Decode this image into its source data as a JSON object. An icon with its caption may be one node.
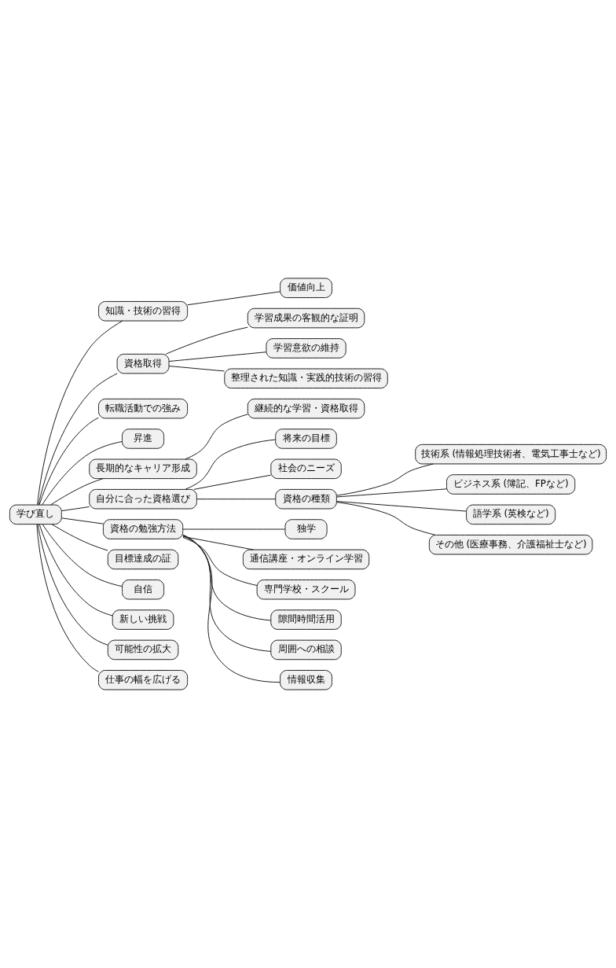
{
  "diagram": {
    "nodes": [
      {
        "text": [
          "学び直し"
        ]
      },
      {
        "text": [
          "知識・技術の習得"
        ]
      },
      {
        "text": [
          "価値向上"
        ]
      },
      {
        "text": [
          "資格取得"
        ]
      },
      {
        "text": [
          "学習成果の客観的な証明"
        ]
      },
      {
        "text": [
          "学習意欲の維持"
        ]
      },
      {
        "text": [
          "整理された知識・実践的技術の習得"
        ]
      },
      {
        "text": [
          "転職活動での強み"
        ]
      },
      {
        "text": [
          "昇進"
        ]
      },
      {
        "text": [
          "長期的なキャリア形成"
        ]
      },
      {
        "text": [
          "継続的な学習・資格取得"
        ]
      },
      {
        "text": [
          "自分に合った資格選び"
        ]
      },
      {
        "text": [
          "将来の目標"
        ]
      },
      {
        "text": [
          "社会のニーズ"
        ]
      },
      {
        "text": [
          "資格の種類"
        ]
      },
      {
        "text": [
          "技術系 (情報処理技術者、電気工事士など)"
        ]
      },
      {
        "text": [
          "ビジネス系 (簿記、FPなど)"
        ]
      },
      {
        "text": [
          "語学系 (英検など)"
        ]
      },
      {
        "text": [
          "その他 (医療事務、介護福祉士など)"
        ]
      },
      {
        "text": [
          "資格の勉強方法"
        ]
      },
      {
        "text": [
          "独学"
        ]
      },
      {
        "text": [
          "通信講座・オンライン学習"
        ]
      },
      {
        "text": [
          "専門学校・スクール"
        ]
      },
      {
        "text": [
          "隙間時間活用"
        ]
      },
      {
        "text": [
          "周囲への相談"
        ]
      },
      {
        "text": [
          "情報収集"
        ]
      },
      {
        "text": [
          "目標達成の証"
        ]
      },
      {
        "text": [
          "自信"
        ]
      },
      {
        "text": [
          "新しい挑戦"
        ]
      },
      {
        "text": [
          "可能性の拡大"
        ]
      },
      {
        "text": [
          "仕事の幅を広げる"
        ]
      }
    ],
    "edges": [
      {
        "from": 0,
        "to": 1,
        "arrow": "none"
      },
      {
        "from": 1,
        "to": 2,
        "arrow": "none"
      },
      {
        "from": 0,
        "to": 3,
        "arrow": "none"
      },
      {
        "from": 3,
        "to": 4,
        "arrow": "none"
      },
      {
        "from": 3,
        "to": 5,
        "arrow": "none"
      },
      {
        "from": 3,
        "to": 6,
        "arrow": "none"
      },
      {
        "from": 0,
        "to": 7,
        "arrow": "none"
      },
      {
        "from": 0,
        "to": 8,
        "arrow": "none"
      },
      {
        "from": 0,
        "to": 9,
        "arrow": "none"
      },
      {
        "from": 9,
        "to": 10,
        "arrow": "none"
      },
      {
        "from": 0,
        "to": 11,
        "arrow": "none"
      },
      {
        "from": 11,
        "to": 12,
        "arrow": "none"
      },
      {
        "from": 11,
        "to": 13,
        "arrow": "none"
      },
      {
        "from": 11,
        "to": 14,
        "arrow": "none"
      },
      {
        "from": 14,
        "to": 15,
        "arrow": "none"
      },
      {
        "from": 14,
        "to": 16,
        "arrow": "none"
      },
      {
        "from": 14,
        "to": 17,
        "arrow": "none"
      },
      {
        "from": 14,
        "to": 18,
        "arrow": "none"
      },
      {
        "from": 0,
        "to": 19,
        "arrow": "none"
      },
      {
        "from": 19,
        "to": 20,
        "arrow": "none"
      },
      {
        "from": 19,
        "to": 21,
        "arrow": "none"
      },
      {
        "from": 19,
        "to": 22,
        "arrow": "none"
      },
      {
        "from": 19,
        "to": 23,
        "arrow": "none"
      },
      {
        "from": 19,
        "to": 24,
        "arrow": "none"
      },
      {
        "from": 19,
        "to": 25,
        "arrow": "none"
      },
      {
        "from": 0,
        "to": 26,
        "arrow": "none"
      },
      {
        "from": 0,
        "to": 27,
        "arrow": "none"
      },
      {
        "from": 0,
        "to": 28,
        "arrow": "none"
      },
      {
        "from": 0,
        "to": 29,
        "arrow": "none"
      },
      {
        "from": 0,
        "to": 30,
        "arrow": "none"
      }
    ]
  }
}
